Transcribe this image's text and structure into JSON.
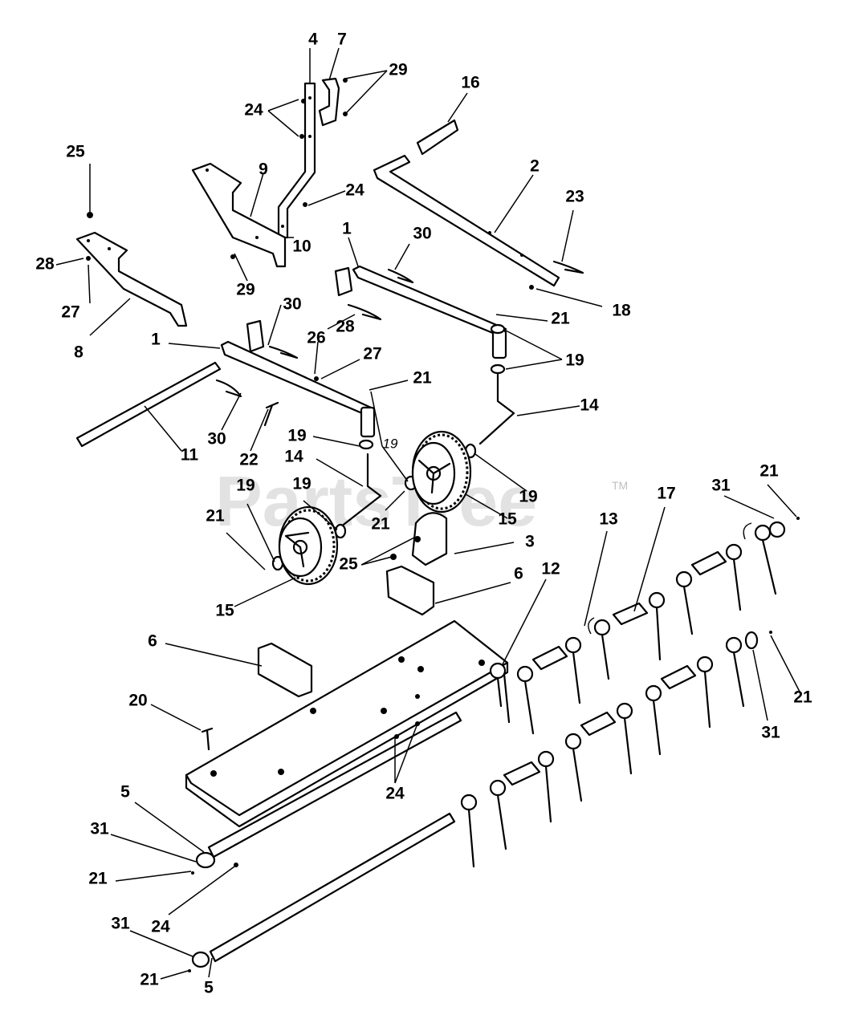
{
  "watermark": {
    "text": "PartsTree",
    "tm": "TM"
  },
  "labels": {
    "l4": "4",
    "l7": "7",
    "l29a": "29",
    "l16": "16",
    "l24a": "24",
    "l25a": "25",
    "l9": "9",
    "l24b": "24",
    "l2": "2",
    "l23": "23",
    "l28a": "28",
    "l10": "10",
    "l1a": "1",
    "l30a": "30",
    "l27a": "27",
    "l29b": "29",
    "l30b": "30",
    "l18": "18",
    "l8": "8",
    "l1b": "1",
    "l28b": "28",
    "l26": "26",
    "l27b": "27",
    "l21a": "21",
    "l19a": "19",
    "l21b": "21",
    "l14a": "14",
    "l30c": "30",
    "l22": "22",
    "l11": "11",
    "l19b": "19",
    "l19c": "19",
    "l14b": "14",
    "l19d": "19",
    "l19e": "19",
    "l19f": "19",
    "l21c": "21",
    "l15a": "15",
    "l21d": "21",
    "l3": "3",
    "l25b": "25",
    "l15b": "15",
    "l13": "13",
    "l17": "17",
    "l31a": "31",
    "l21e": "21",
    "l6a": "6",
    "l12": "12",
    "l6b": "6",
    "l20": "20",
    "l21f": "21",
    "l31b": "31",
    "l24c": "24",
    "l5a": "5",
    "l31c": "31",
    "l21g": "21",
    "l24d": "24",
    "l31d": "31",
    "l21h": "21",
    "l5b": "5"
  }
}
